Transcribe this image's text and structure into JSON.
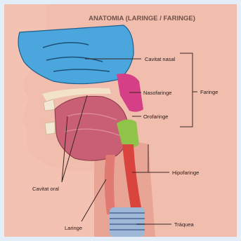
{
  "title": "ANATOMIA (LARINGE / FARINGE)",
  "labels": {
    "cavitat_nasal": "Cavitat nasal",
    "nasofaringe": "Nasofaringe",
    "orofaringe": "Orofaringe",
    "faringe": "Faringe",
    "hipofaringe": "Hipofaringe",
    "cavitat_oral": "Cavitat oral",
    "laringe": "Laringe",
    "traquea": "Tràquea"
  },
  "colors": {
    "background": "#f3c2b2",
    "nasal_cavity": "#4aa6dd",
    "nasopharynx": "#d43f86",
    "oropharynx": "#8fc34a",
    "oral_cavity": "#c85f74",
    "trachea": "#9fb8d8"
  }
}
